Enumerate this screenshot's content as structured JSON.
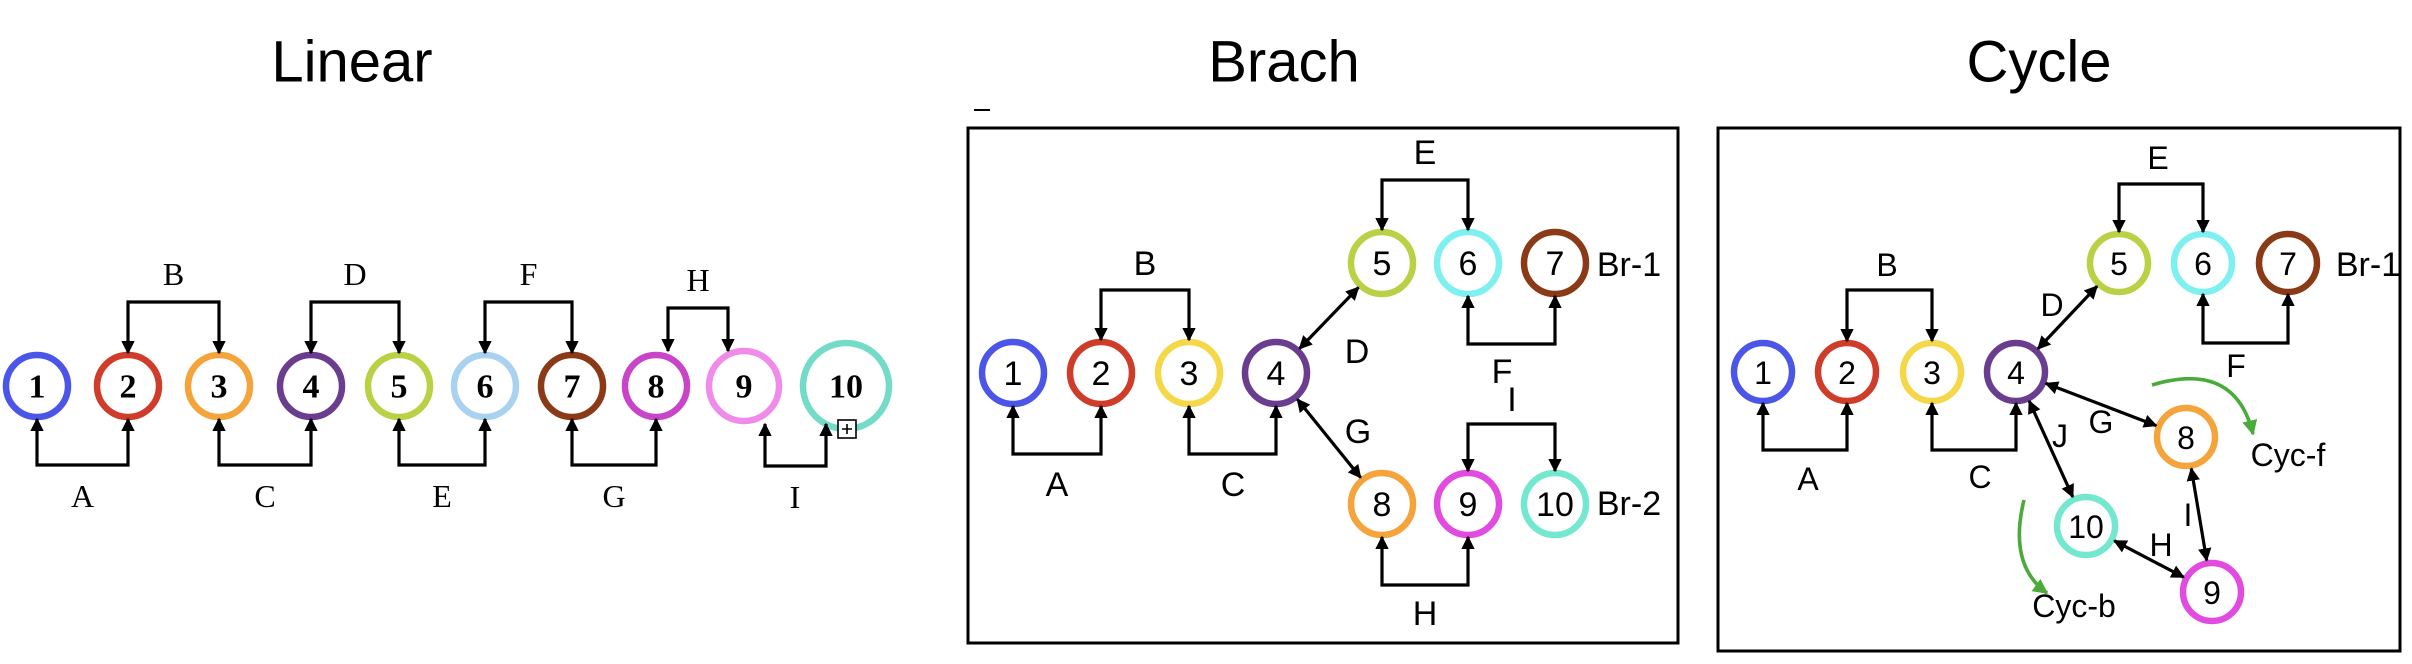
{
  "panels": [
    {
      "title": "Linear",
      "font": "serif",
      "bold_nodes": true,
      "frame": false,
      "nodes": [
        {
          "id": "1",
          "color": "#4b55e8"
        },
        {
          "id": "2",
          "color": "#cf3d2a"
        },
        {
          "id": "3",
          "color": "#f4a43b"
        },
        {
          "id": "4",
          "color": "#6a3d8f"
        },
        {
          "id": "5",
          "color": "#b9d144"
        },
        {
          "id": "6",
          "color": "#a8d2f0"
        },
        {
          "id": "7",
          "color": "#8b3a17"
        },
        {
          "id": "8",
          "color": "#c845c8"
        },
        {
          "id": "9",
          "color": "#f08be9"
        },
        {
          "id": "10",
          "color": "#74dbc9"
        }
      ],
      "connectors": [
        {
          "label": "A",
          "from": "1",
          "to": "2"
        },
        {
          "label": "B",
          "from": "2",
          "to": "3"
        },
        {
          "label": "C",
          "from": "3",
          "to": "4"
        },
        {
          "label": "D",
          "from": "4",
          "to": "5"
        },
        {
          "label": "E",
          "from": "5",
          "to": "6"
        },
        {
          "label": "F",
          "from": "6",
          "to": "7"
        },
        {
          "label": "G",
          "from": "7",
          "to": "8"
        },
        {
          "label": "H",
          "from": "8",
          "to": "9"
        },
        {
          "label": "I",
          "from": "9",
          "to": "10"
        }
      ],
      "marker": "⊞"
    },
    {
      "title": "Brach",
      "font": "sans",
      "frame": true,
      "nodes": [
        {
          "id": "1",
          "color": "#4b55e8"
        },
        {
          "id": "2",
          "color": "#cf3d2a"
        },
        {
          "id": "3",
          "color": "#f5d84a"
        },
        {
          "id": "4",
          "color": "#6a3d8f"
        },
        {
          "id": "5",
          "color": "#b9d144"
        },
        {
          "id": "6",
          "color": "#7ff0f0"
        },
        {
          "id": "7",
          "color": "#8b3a17"
        },
        {
          "id": "8",
          "color": "#f4a43b"
        },
        {
          "id": "9",
          "color": "#e14be0"
        },
        {
          "id": "10",
          "color": "#74e8cf"
        }
      ],
      "connectors": [
        {
          "label": "A",
          "from": "1",
          "to": "2"
        },
        {
          "label": "B",
          "from": "2",
          "to": "3"
        },
        {
          "label": "C",
          "from": "3",
          "to": "4"
        },
        {
          "label": "D",
          "from": "4",
          "to": "5"
        },
        {
          "label": "E",
          "from": "5",
          "to": "6"
        },
        {
          "label": "F",
          "from": "6",
          "to": "7"
        },
        {
          "label": "G",
          "from": "4",
          "to": "8"
        },
        {
          "label": "H",
          "from": "8",
          "to": "9"
        },
        {
          "label": "I",
          "from": "9",
          "to": "10"
        }
      ],
      "tags": [
        "Br-1",
        "Br-2"
      ]
    },
    {
      "title": "Cycle",
      "font": "sans",
      "frame": true,
      "nodes": [
        {
          "id": "1",
          "color": "#4b55e8"
        },
        {
          "id": "2",
          "color": "#cf3d2a"
        },
        {
          "id": "3",
          "color": "#f5d84a"
        },
        {
          "id": "4",
          "color": "#6a3d8f"
        },
        {
          "id": "5",
          "color": "#b9d144"
        },
        {
          "id": "6",
          "color": "#7ff0f0"
        },
        {
          "id": "7",
          "color": "#8b3a17"
        },
        {
          "id": "8",
          "color": "#f4a43b"
        },
        {
          "id": "9",
          "color": "#e14be0"
        },
        {
          "id": "10",
          "color": "#74e8cf"
        }
      ],
      "connectors": [
        {
          "label": "A",
          "from": "1",
          "to": "2"
        },
        {
          "label": "B",
          "from": "2",
          "to": "3"
        },
        {
          "label": "C",
          "from": "3",
          "to": "4"
        },
        {
          "label": "D",
          "from": "4",
          "to": "5"
        },
        {
          "label": "E",
          "from": "5",
          "to": "6"
        },
        {
          "label": "F",
          "from": "6",
          "to": "7"
        },
        {
          "label": "G",
          "from": "4",
          "to": "8"
        },
        {
          "label": "H",
          "from": "10",
          "to": "9"
        },
        {
          "label": "I",
          "from": "8",
          "to": "9"
        },
        {
          "label": "J",
          "from": "4",
          "to": "10"
        }
      ],
      "tags": [
        "Br-1",
        "Cyc-f",
        "Cyc-b"
      ],
      "curve_color": "#4aaa3a"
    }
  ]
}
